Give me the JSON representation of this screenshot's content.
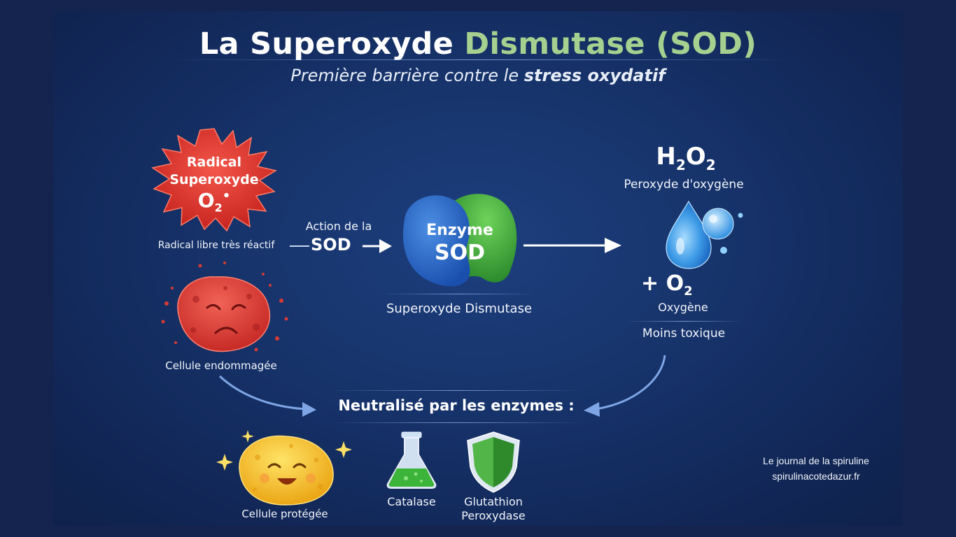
{
  "title": {
    "part1": "La Superoxyde ",
    "part2": "Dismutase (SOD)"
  },
  "subtitle": {
    "normal": "Première barrière contre le ",
    "bold": "stress oxydatif"
  },
  "radical": {
    "line1": "Radical",
    "line2": "Superoxyde",
    "formula": "O",
    "sub": "2",
    "dot": "•",
    "caption": "Radical libre très réactif"
  },
  "damaged_cell": {
    "caption": "Cellule endommagée"
  },
  "action": {
    "line1": "Action de la",
    "line2": "SOD"
  },
  "enzyme": {
    "line1": "Enzyme",
    "line2": "SOD",
    "caption": "Superoxyde Dismutase"
  },
  "h2o2": {
    "h": "H",
    "sub1": "2",
    "o": "O",
    "sub2": "2",
    "label": "Peroxyde d'oxygène"
  },
  "o2": {
    "plus": "+ O",
    "sub": "2",
    "label": "Oxygène",
    "note": "Moins toxique"
  },
  "neutralized": {
    "label": "Neutralisé par les enzymes :"
  },
  "protected_cell": {
    "caption": "Cellule protégée"
  },
  "catalase": {
    "label": "Catalase"
  },
  "glutathion": {
    "line1": "Glutathion",
    "line2": "Peroxydase"
  },
  "credit": {
    "line1": "Le journal de la spiruline",
    "line2": "spirulinacotedazur.fr"
  },
  "colors": {
    "accent_green": "#a6d08f",
    "radical_red": "#e5352d",
    "enzyme_blue": "#1f63c8",
    "enzyme_green": "#3fae3a",
    "water_blue": "#4aa7ea",
    "happy_yellow": "#f7c427"
  }
}
